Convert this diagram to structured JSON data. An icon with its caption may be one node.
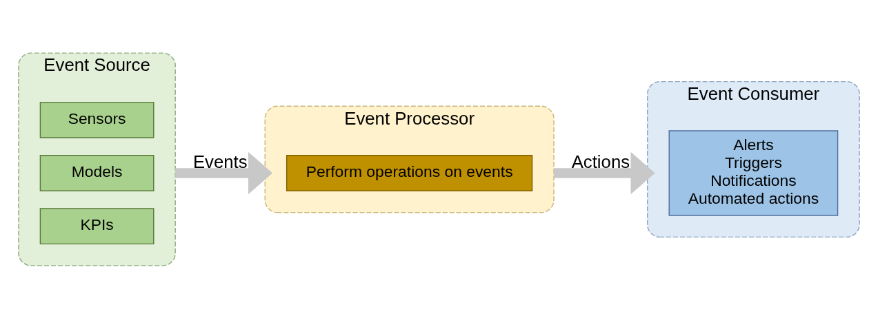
{
  "diagram": {
    "nodes": [
      {
        "text": [
          "Event Source"
        ]
      },
      {
        "text": [
          "Sensors"
        ],
        "in": 0
      },
      {
        "text": [
          "Models"
        ],
        "in": 0
      },
      {
        "text": [
          "KPIs"
        ],
        "in": 0
      },
      {
        "text": [
          "Event Processor"
        ]
      },
      {
        "text": [
          "Perform operations on events"
        ],
        "in": 4
      },
      {
        "text": [
          "Event Consumer"
        ]
      },
      {
        "text": [
          "Alerts",
          "Triggers",
          "Notifications",
          "Automated actions"
        ],
        "in": 6
      }
    ],
    "edges": [
      {
        "from": 0,
        "to": 4,
        "arrow": "to",
        "label": "Events"
      },
      {
        "from": 4,
        "to": 6,
        "arrow": "to",
        "label": "Actions"
      }
    ]
  }
}
